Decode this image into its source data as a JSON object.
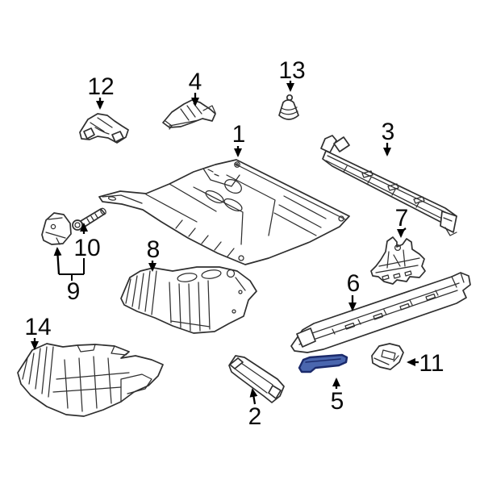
{
  "figure": {
    "type": "exploded-parts-diagram",
    "background": "#ffffff",
    "line_color": "#2f2f2f",
    "label_color": "#0a0a0a",
    "selected_part_number": "5",
    "highlight_fill": "#4a66ae",
    "highlight_stroke": "#1b2a6b",
    "parts": [
      {
        "number": "1"
      },
      {
        "number": "2"
      },
      {
        "number": "3"
      },
      {
        "number": "4"
      },
      {
        "number": "5"
      },
      {
        "number": "6"
      },
      {
        "number": "7"
      },
      {
        "number": "8"
      },
      {
        "number": "9"
      },
      {
        "number": "10"
      },
      {
        "number": "11"
      },
      {
        "number": "12"
      },
      {
        "number": "13"
      },
      {
        "number": "14"
      }
    ]
  }
}
